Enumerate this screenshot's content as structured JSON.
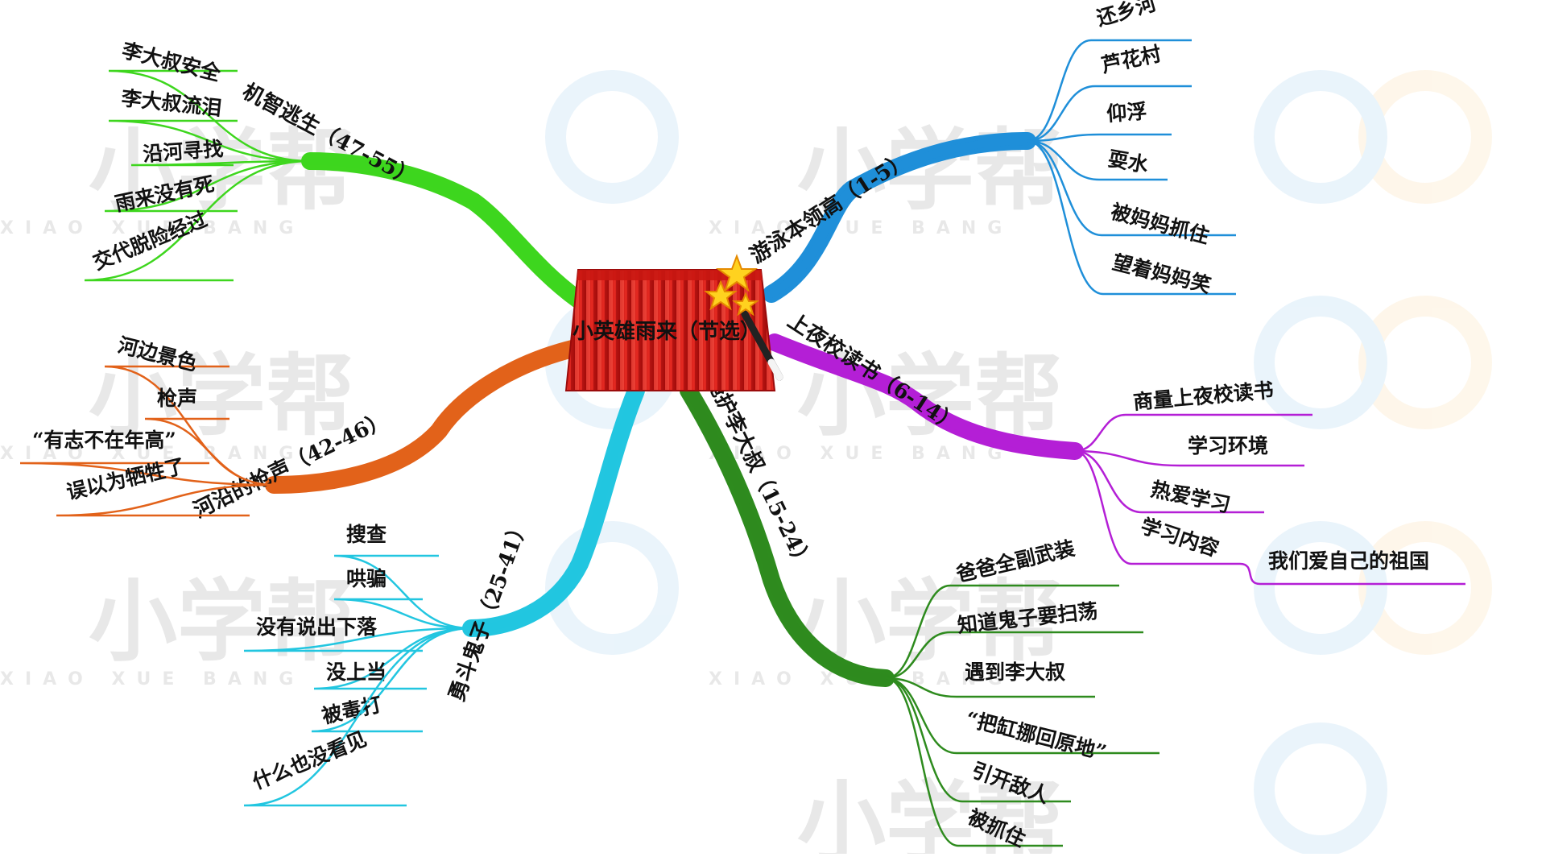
{
  "center": {
    "title": "小英雄雨来（节选）",
    "icon": "magic-wand-stars-icon"
  },
  "watermark": {
    "brand": "小学帮",
    "sub": "XIAO XUE BANG"
  },
  "branches": [
    {
      "key": "swim",
      "label": "游泳本领高（1-5）",
      "color": "#1f8fd9",
      "leaves": [
        "还乡河",
        "芦花村",
        "仰浮",
        "耍水",
        "被妈妈抓住",
        "望着妈妈笑"
      ]
    },
    {
      "key": "school",
      "label": "上夜校读书（6-14）",
      "color": "#b41fd6",
      "leaves": [
        "商量上夜校读书",
        "学习环境",
        "热爱学习",
        "学习内容"
      ],
      "sub_leaf": "我们爱自己的祖国"
    },
    {
      "key": "protect",
      "label": "掩护李大叔（15-24）",
      "color": "#2e8b1e",
      "leaves": [
        "爸爸全副武装",
        "知道鬼子要扫荡",
        "遇到李大叔",
        "“把缸挪回原地”",
        "引开敌人",
        "被抓住"
      ]
    },
    {
      "key": "fight",
      "label": "勇斗鬼子（25-41）",
      "color": "#22c6e0",
      "leaves": [
        "搜查",
        "哄骗",
        "没有说出下落",
        "没上当",
        "被毒打",
        "什么也没看见"
      ]
    },
    {
      "key": "gunshot",
      "label": "河沿的枪声（42-46）",
      "color": "#e2621a",
      "leaves": [
        "河边景色",
        "枪声",
        "“有志不在年高”",
        "误以为牺牲了"
      ]
    },
    {
      "key": "escape",
      "label": "机智逃生（47-55）",
      "color": "#3ed61e",
      "leaves": [
        "李大叔安全",
        "李大叔流泪",
        "沿河寻找",
        "雨来没有死",
        "交代脱险经过"
      ]
    }
  ]
}
